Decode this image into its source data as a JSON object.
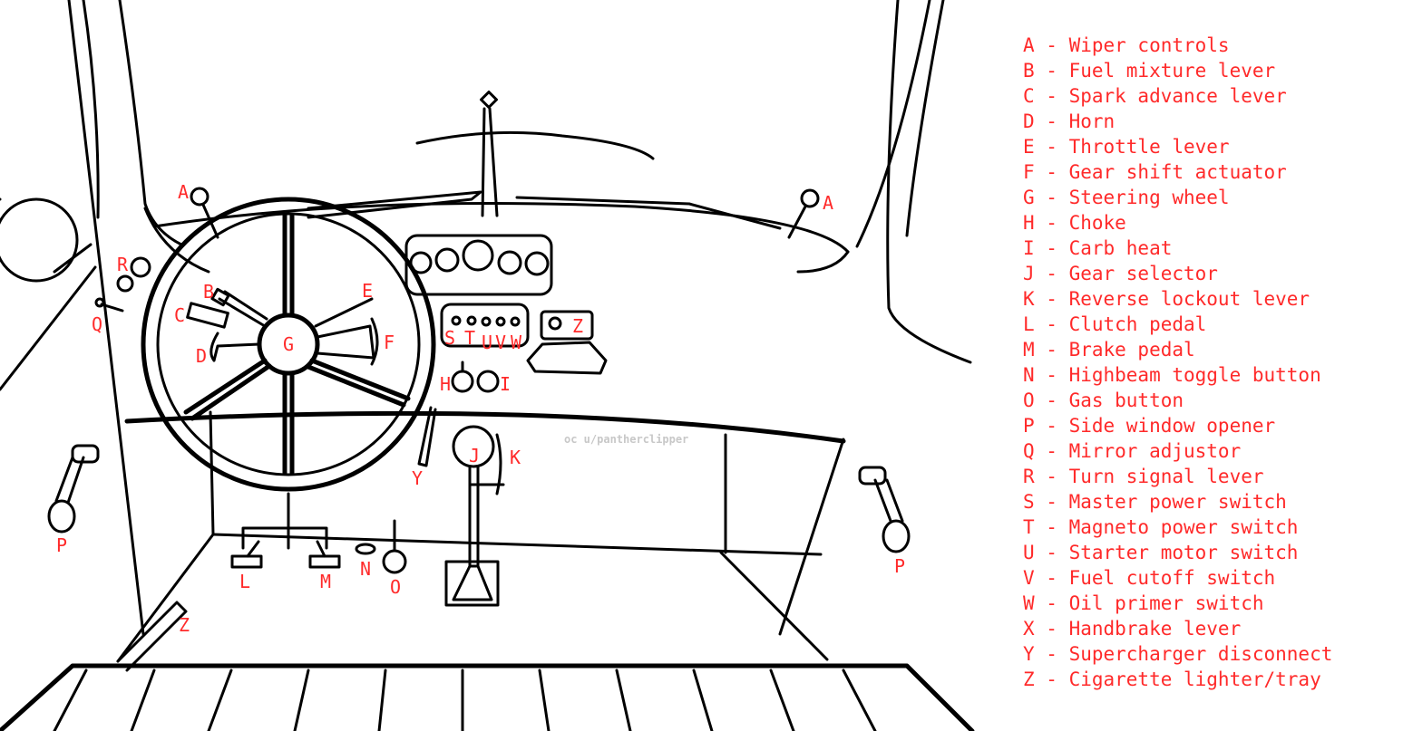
{
  "watermark": "oc u/pantherclipper",
  "diagram": {
    "labels": [
      "A",
      "A",
      "R",
      "Q",
      "B",
      "C",
      "D",
      "E",
      "F",
      "G",
      "S",
      "T",
      "U",
      "V",
      "W",
      "Z",
      "H",
      "I",
      "Y",
      "J",
      "K",
      "L",
      "M",
      "N",
      "O",
      "P",
      "P",
      "Z"
    ]
  },
  "legend": [
    "A - Wiper controls",
    "B - Fuel mixture lever",
    "C - Spark advance lever",
    "D - Horn",
    "E - Throttle lever",
    "F - Gear shift actuator",
    "G - Steering wheel",
    "H - Choke",
    "I - Carb heat",
    "J - Gear selector",
    "K - Reverse lockout lever",
    "L - Clutch pedal",
    "M - Brake pedal",
    "N - Highbeam toggle button",
    "O - Gas button",
    "P - Side window opener",
    "Q - Mirror adjustor",
    "R - Turn signal lever",
    "S - Master power switch",
    "T - Magneto power switch",
    "U - Starter motor switch",
    "V - Fuel cutoff switch",
    "W - Oil primer switch",
    "X - Handbrake lever",
    "Y - Supercharger disconnect",
    "Z - Cigarette lighter/tray"
  ],
  "colors": {
    "label": "#ff2a2a",
    "line": "#000000"
  }
}
